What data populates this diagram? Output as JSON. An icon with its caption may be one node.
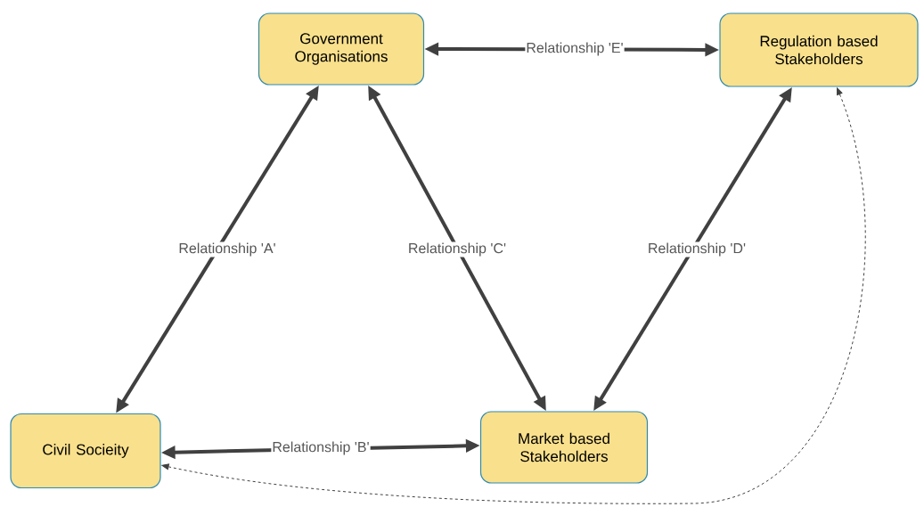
{
  "diagram": {
    "nodes": [
      {
        "text": [
          "Government Organisations"
        ]
      },
      {
        "text": [
          "Regulation based Stakeholders"
        ]
      },
      {
        "text": [
          "Civil Socieity"
        ]
      },
      {
        "text": [
          "Market based Stakeholders"
        ]
      }
    ],
    "edges": [
      {
        "from": 0,
        "to": 2,
        "arrow": "both",
        "label": "Relationship 'A'"
      },
      {
        "from": 0,
        "to": 3,
        "arrow": "both",
        "label": "Relationship 'C'"
      },
      {
        "from": 1,
        "to": 3,
        "arrow": "both",
        "label": "Relationship 'D'"
      },
      {
        "from": 0,
        "to": 1,
        "arrow": "both",
        "label": "Relationship 'E'"
      },
      {
        "from": 2,
        "to": 3,
        "arrow": "both",
        "label": "Relationship 'B'"
      },
      {
        "from": 2,
        "to": 1,
        "arrow": "both",
        "style": "dashed"
      }
    ]
  }
}
